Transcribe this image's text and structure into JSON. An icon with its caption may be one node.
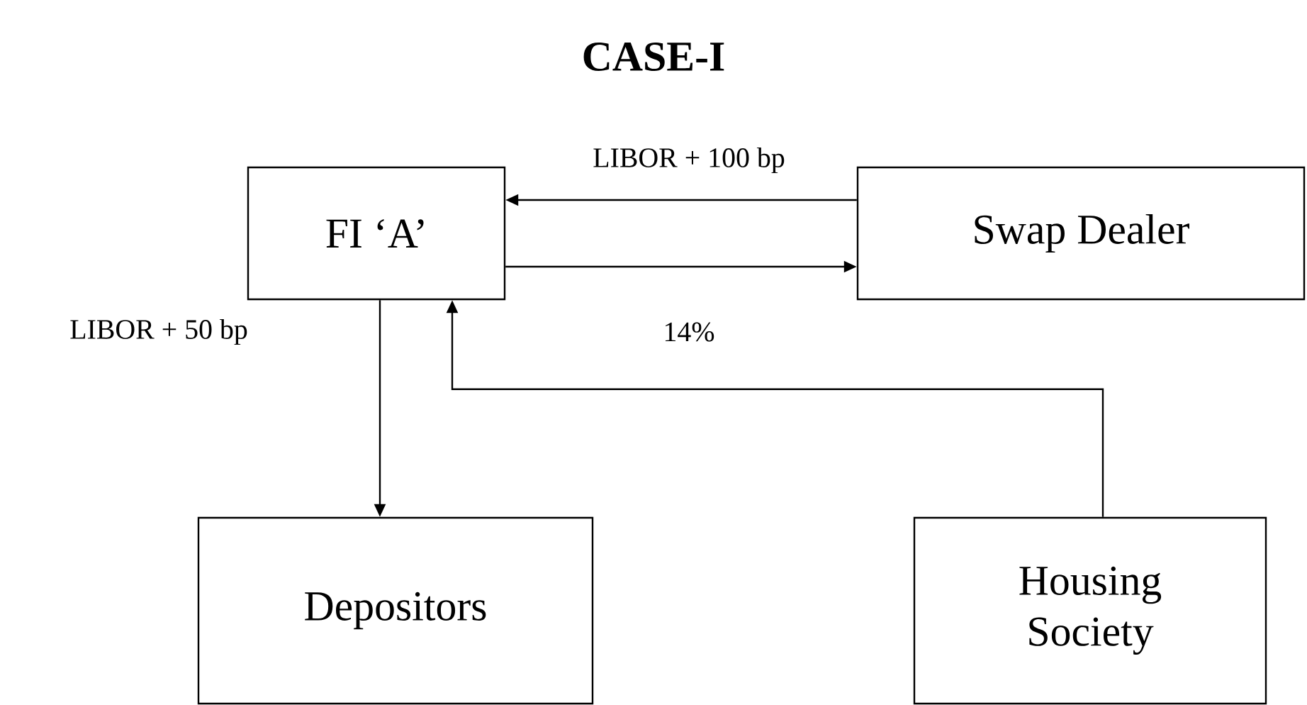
{
  "diagram": {
    "title": "CASE-I",
    "nodes": [
      {
        "text": [
          "FI ‘A’"
        ]
      },
      {
        "text": [
          "Swap Dealer"
        ]
      },
      {
        "text": [
          "Depositors"
        ]
      },
      {
        "text": [
          "Housing Society"
        ]
      }
    ],
    "edges": [
      {
        "from": 1,
        "to": 0,
        "arrow": "to",
        "label": "LIBOR + 100 bp"
      },
      {
        "from": 0,
        "to": 1,
        "arrow": "to",
        "label": "14%"
      },
      {
        "from": 0,
        "to": 2,
        "arrow": "to",
        "label": "LIBOR + 50 bp"
      },
      {
        "from": 3,
        "to": 0,
        "arrow": "to"
      }
    ]
  }
}
